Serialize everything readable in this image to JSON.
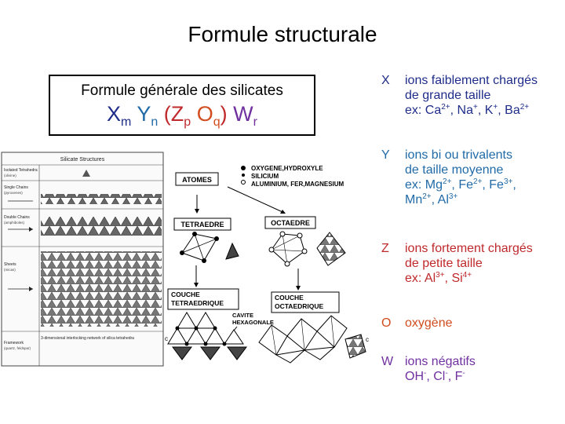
{
  "title": "Formule structurale",
  "formula_box": {
    "label": "Formule générale des silicates",
    "symbols": [
      "X",
      "m",
      "Y",
      "n",
      "(Z",
      "p",
      "O",
      "q",
      ")",
      "W",
      "r"
    ]
  },
  "figure": {
    "silicate_panel": {
      "title": "Silicate Structures",
      "rows": [
        {
          "label": "Isolated Tetrahedra",
          "sub": "(olivine)"
        },
        {
          "label": "Single Chains",
          "sub": "(pyroxenes)"
        },
        {
          "label": "Double Chains",
          "sub": "(amphiboles)"
        },
        {
          "label": "Sheets",
          "sub": "(micas)"
        },
        {
          "label": "Framework",
          "sub": "(quartz, feldspar)"
        }
      ],
      "framework_desc": "3-dimensional interlocking network of silica tetrahedra"
    },
    "atoms_label": "ATOMES",
    "atom_legend": [
      "OXYGENE,HYDROXYLE",
      "SILICIUM",
      "ALUMINIUM, FER,MAGNESIUM"
    ],
    "tetra_label": "TETRAEDRE",
    "octa_label": "OCTAEDRE",
    "couche_tetra": [
      "COUCHE",
      "TETRAEDRIQUE"
    ],
    "couche_octa": [
      "COUCHE",
      "OCTAEDRIQUE"
    ],
    "cavite": [
      "CAVITE",
      "HEXAGONALE"
    ]
  },
  "legend": {
    "colors": {
      "X": "#1f2d8a",
      "Y": "#1f6aa8",
      "Z": "#c0292b",
      "O": "#d24d1e",
      "W": "#7030a0"
    },
    "items": [
      {
        "letter": "X",
        "lines": [
          "ions faiblement chargés",
          "de grande taille",
          "ex: Ca2+, Na+, K+, Ba2+"
        ]
      },
      {
        "letter": "Y",
        "lines": [
          "ions bi ou trivalents",
          "de taille moyenne",
          "ex: Mg2+, Fe2+, Fe3+,",
          "Mn2+, Al3+"
        ]
      },
      {
        "letter": "Z",
        "lines": [
          "ions fortement chargés",
          "de petite taille",
          "ex: Al3+, Si4+"
        ]
      },
      {
        "letter": "O",
        "lines": [
          "oxygène"
        ]
      },
      {
        "letter": "W",
        "lines": [
          "ions négatifs",
          "OH-, Cl-, F-"
        ]
      }
    ]
  }
}
